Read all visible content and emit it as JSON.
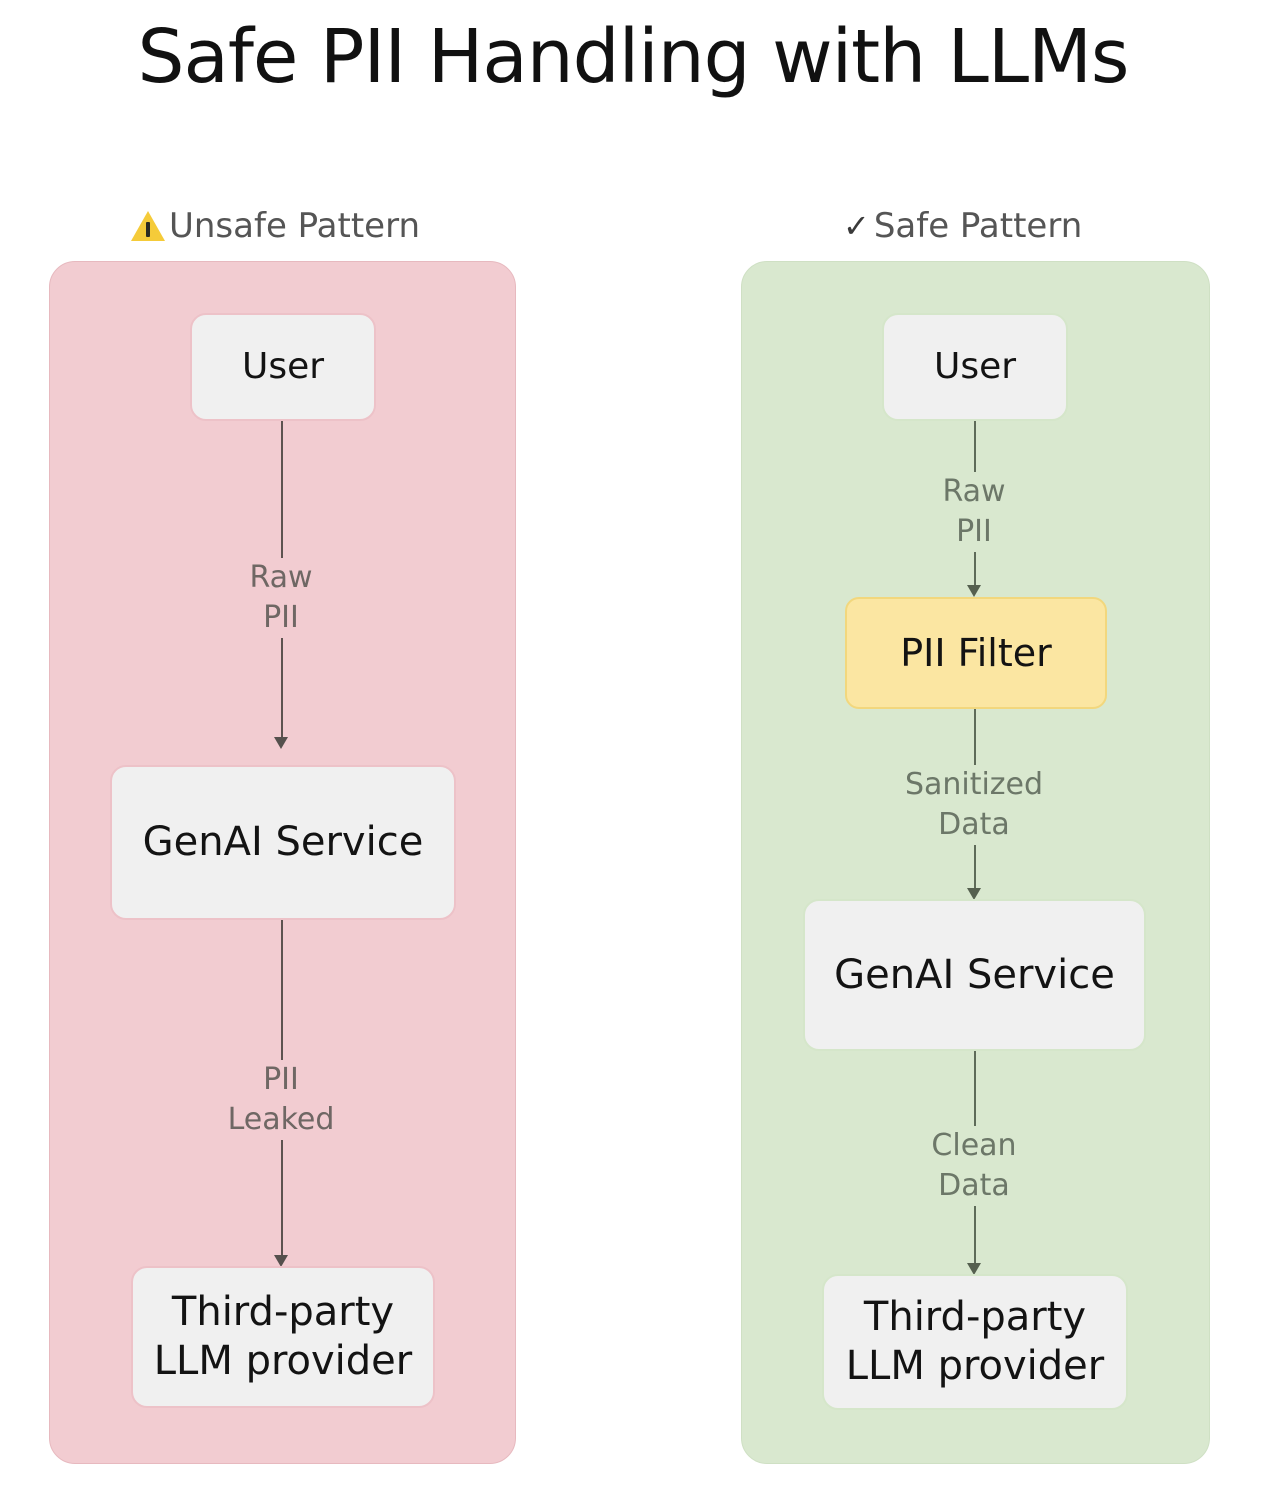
{
  "title": "Safe PII Handling with LLMs",
  "panels": [
    {
      "key": "unsafe",
      "header_label": "Unsafe Pattern",
      "header_icon": "warning-triangle-icon",
      "panel_bg": "#f2ccd1",
      "panel_border": "#e7b9bf",
      "node_border": "#edc2c8",
      "nodes": [
        {
          "id": "user",
          "label": "User"
        },
        {
          "id": "genai",
          "label": "GenAI Service"
        },
        {
          "id": "provider",
          "label": "Third-party\nLLM provider"
        }
      ],
      "edges": [
        {
          "from": "user",
          "to": "genai",
          "label": "Raw\nPII"
        },
        {
          "from": "genai",
          "to": "provider",
          "label": "PII\nLeaked"
        }
      ]
    },
    {
      "key": "safe",
      "header_label": "Safe Pattern",
      "header_icon": "check-icon",
      "panel_bg": "#d9e8cf",
      "panel_border": "#cfe0c4",
      "node_border": "#d5e6ca",
      "nodes": [
        {
          "id": "user",
          "label": "User"
        },
        {
          "id": "filter",
          "label": "PII Filter",
          "fill": "#fbe6a2",
          "border": "#f2d77d"
        },
        {
          "id": "genai",
          "label": "GenAI Service"
        },
        {
          "id": "provider",
          "label": "Third-party\nLLM provider"
        }
      ],
      "edges": [
        {
          "from": "user",
          "to": "filter",
          "label": "Raw\nPII"
        },
        {
          "from": "filter",
          "to": "genai",
          "label": "Sanitized\nData"
        },
        {
          "from": "genai",
          "to": "provider",
          "label": "Clean\nData"
        }
      ]
    }
  ]
}
